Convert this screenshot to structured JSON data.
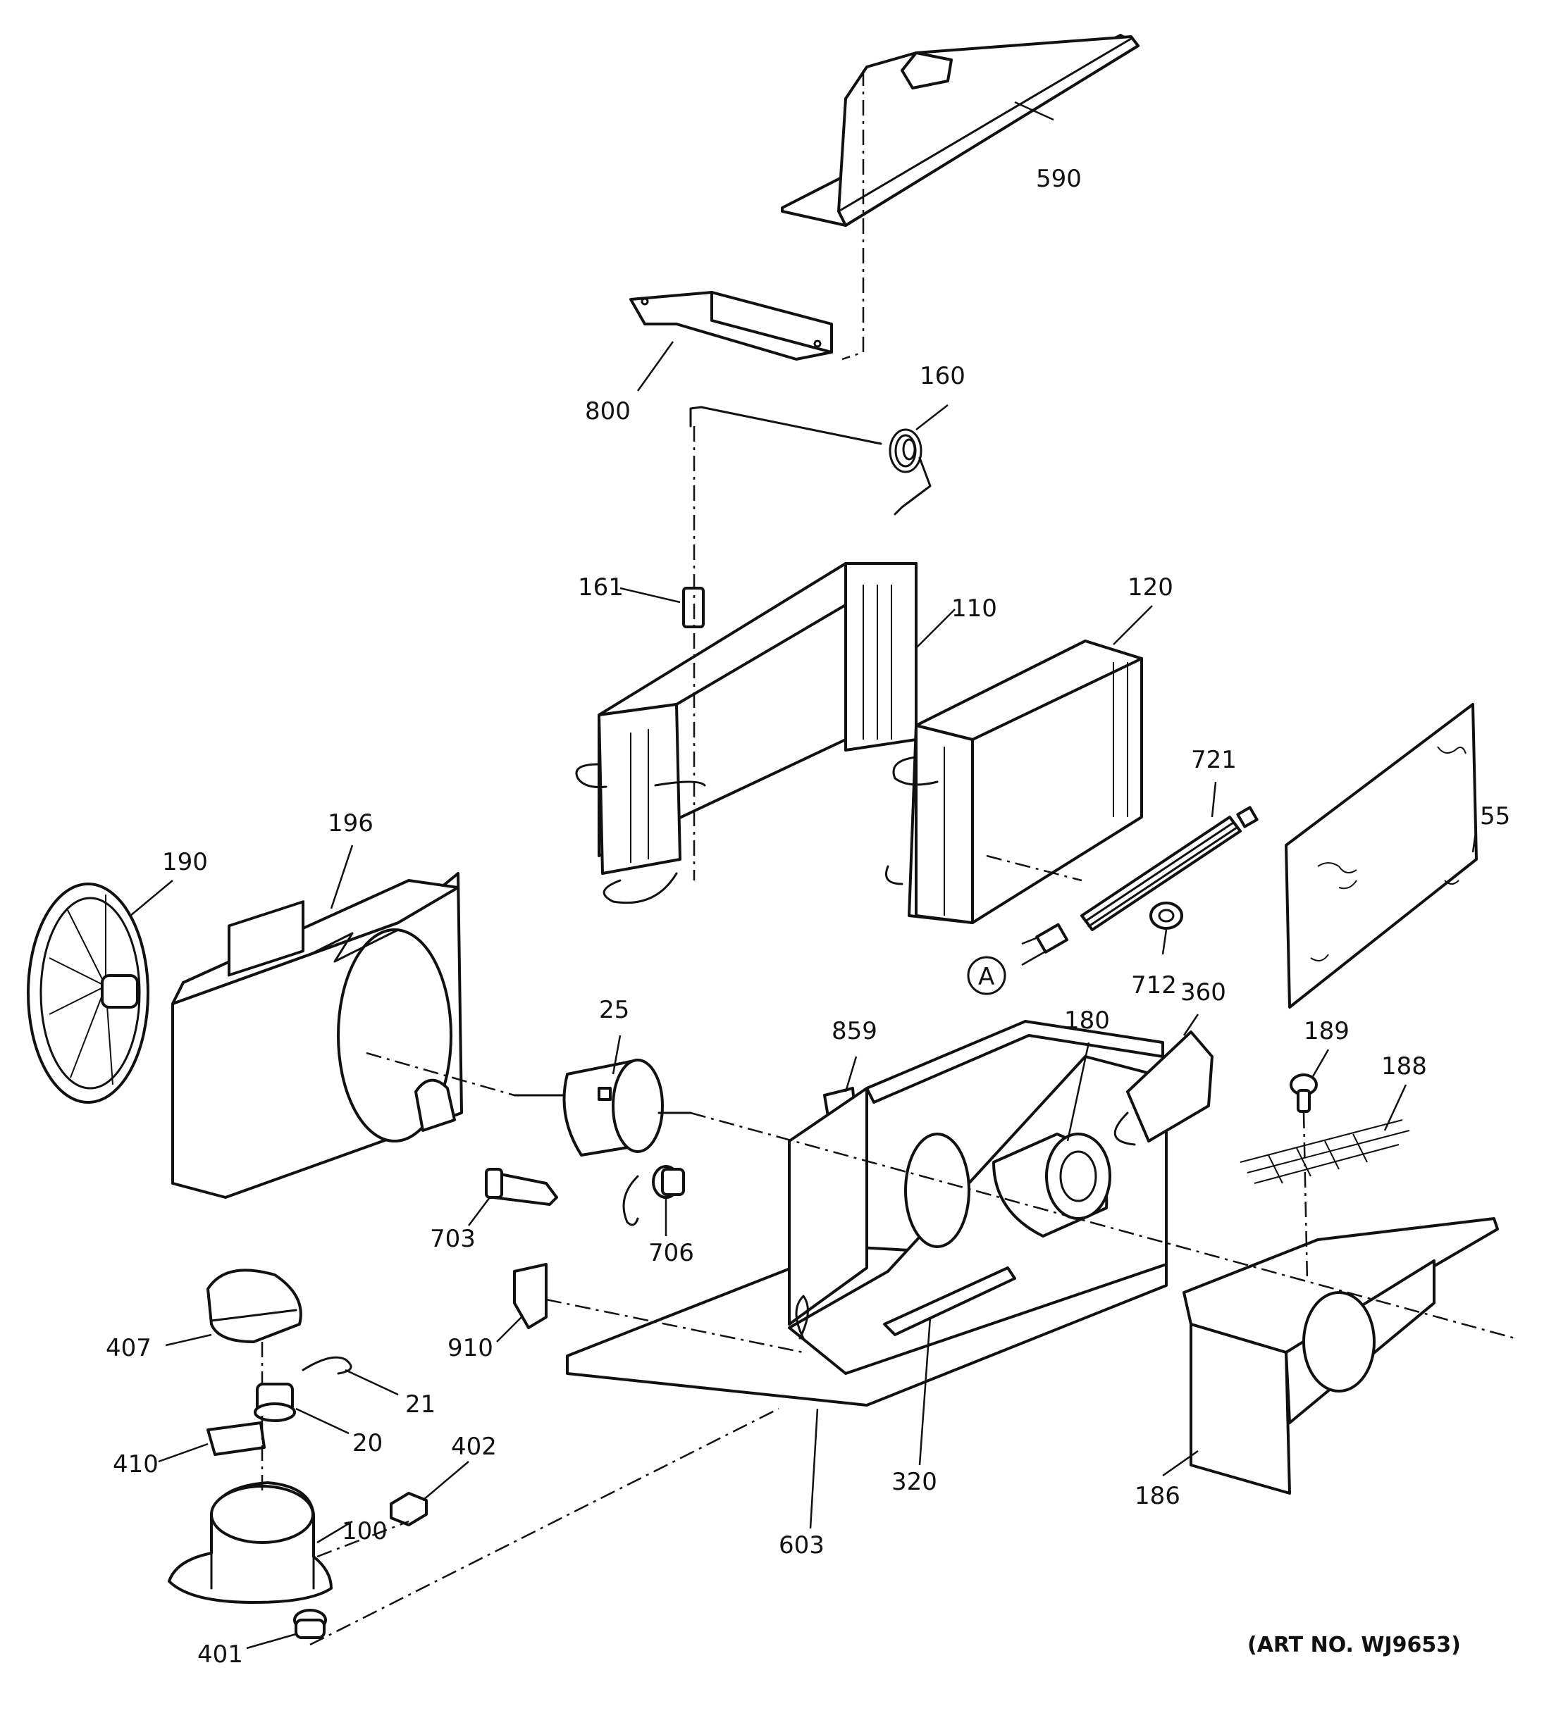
{
  "callouts": {
    "p590": "590",
    "p800": "800",
    "p160": "160",
    "p161": "161",
    "p110": "110",
    "p120": "120",
    "p721": "721",
    "p55": "55",
    "p196": "196",
    "p190": "190",
    "pA": "A",
    "p712": "712",
    "p25": "25",
    "p859": "859",
    "p180": "180",
    "p360": "360",
    "p189": "189",
    "p188": "188",
    "p703": "703",
    "p706": "706",
    "p407": "407",
    "p910": "910",
    "p21": "21",
    "p20": "20",
    "p410": "410",
    "p402": "402",
    "p320": "320",
    "p100": "100",
    "p603": "603",
    "p186": "186",
    "p401": "401"
  },
  "art_number": "(ART NO. WJ9653)"
}
